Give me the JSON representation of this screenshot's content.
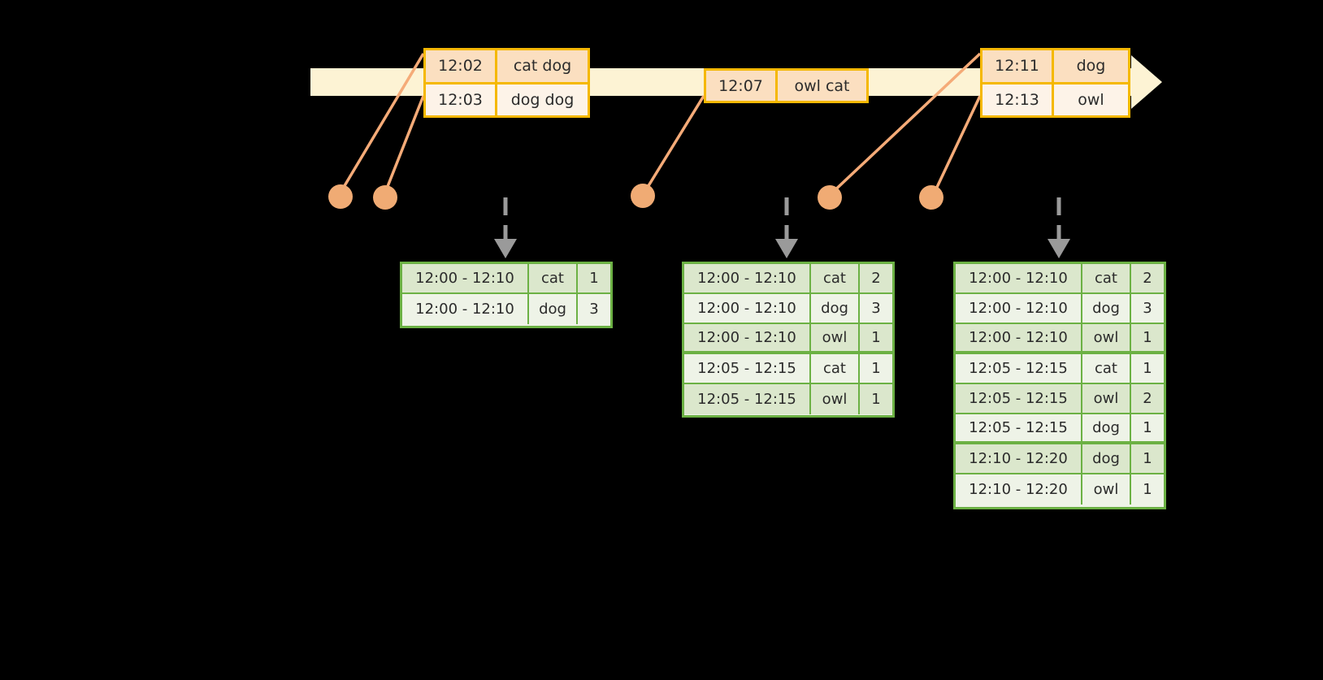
{
  "diagram": {
    "type": "windowed-word-count-timeline",
    "accent_colors": {
      "timeline_bar": "#fdf3d4",
      "event_border": "#f5b800",
      "event_fill_shade": "#fbdfc0",
      "event_fill_plain": "#fdf3e8",
      "connector_line": "#f5ab78",
      "connector_dot": "#f0ab74",
      "table_border": "#6cb144",
      "table_fill_shade": "#dbe7cc",
      "table_fill_plain": "#eef3e7",
      "dashed_arrow": "#9a9a9a",
      "background": "#000000"
    }
  },
  "timeline": {
    "name": "event-stream-timeline",
    "event_groups": [
      {
        "name": "event-group-1",
        "rows": [
          {
            "time": "12:02",
            "words": "cat dog"
          },
          {
            "time": "12:03",
            "words": "dog dog"
          }
        ]
      },
      {
        "name": "event-group-2",
        "rows": [
          {
            "time": "12:07",
            "words": "owl cat"
          }
        ]
      },
      {
        "name": "event-group-3",
        "rows": [
          {
            "time": "12:11",
            "words": "dog"
          },
          {
            "time": "12:13",
            "words": "owl"
          }
        ]
      }
    ]
  },
  "results": [
    {
      "name": "result-table-1",
      "rows": [
        {
          "window": "12:00 - 12:10",
          "word": "cat",
          "count": "1"
        },
        {
          "window": "12:00 - 12:10",
          "word": "dog",
          "count": "3"
        }
      ]
    },
    {
      "name": "result-table-2",
      "rows": [
        {
          "window": "12:00 - 12:10",
          "word": "cat",
          "count": "2"
        },
        {
          "window": "12:00 - 12:10",
          "word": "dog",
          "count": "3"
        },
        {
          "window": "12:00 - 12:10",
          "word": "owl",
          "count": "1"
        },
        {
          "window": "12:05 - 12:15",
          "word": "cat",
          "count": "1"
        },
        {
          "window": "12:05 - 12:15",
          "word": "owl",
          "count": "1"
        }
      ]
    },
    {
      "name": "result-table-3",
      "rows": [
        {
          "window": "12:00 - 12:10",
          "word": "cat",
          "count": "2"
        },
        {
          "window": "12:00 - 12:10",
          "word": "dog",
          "count": "3"
        },
        {
          "window": "12:00 - 12:10",
          "word": "owl",
          "count": "1"
        },
        {
          "window": "12:05 - 12:15",
          "word": "cat",
          "count": "1"
        },
        {
          "window": "12:05 - 12:15",
          "word": "owl",
          "count": "2"
        },
        {
          "window": "12:05 - 12:15",
          "word": "dog",
          "count": "1"
        },
        {
          "window": "12:10 - 12:20",
          "word": "dog",
          "count": "1"
        },
        {
          "window": "12:10 - 12:20",
          "word": "owl",
          "count": "1"
        }
      ]
    }
  ]
}
